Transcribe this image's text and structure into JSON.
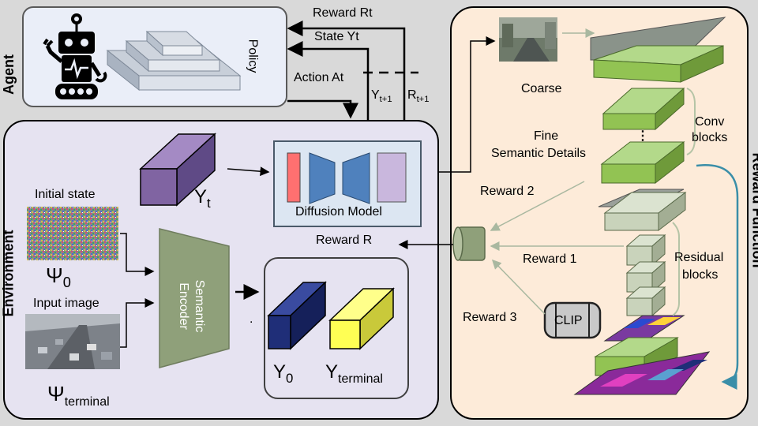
{
  "agent": {
    "side_label": "Agent",
    "policy_label": "Policy",
    "robot_icon": "robot-icon"
  },
  "signals": {
    "reward_rt": "Reward Rt",
    "state_yt": "State Yt",
    "action_at": "Action At",
    "yt1_base": "Y",
    "yt1_sub": "t+1",
    "rt1_base": "R",
    "rt1_sub": "t+1"
  },
  "environment": {
    "side_label": "Environment",
    "yt_base": "Y",
    "yt_sub": "t",
    "diffusion_model": "Diffusion Model",
    "initial_state": "Initial state",
    "psi0_base": "Ψ",
    "psi0_sub": "0",
    "input_image": "Input image",
    "psiterm_base": "Ψ",
    "psiterm_sub": "terminal",
    "semantic_encoder": "Semantic Encoder",
    "y0_base": "Y",
    "y0_sub": "0",
    "yterm_base": "Y",
    "yterm_sub": "terminal",
    "reward_r": "Reward R",
    "dot": "."
  },
  "reward_function": {
    "side_label": "Reward Function",
    "coarse": "Coarse",
    "fine_line1": "Fine",
    "fine_line2": "Semantic Details",
    "conv_line1": "Conv",
    "conv_line2": "blocks",
    "ellipsis": "⋮",
    "residual_line1": "Residual",
    "residual_line2": "blocks",
    "reward_1": "Reward 1",
    "reward_2": "Reward 2",
    "reward_3": "Reward 3",
    "clip": "CLIP"
  },
  "colors": {
    "background": "#d9d9d9",
    "agent_fill": "#eaeef8",
    "environment_fill": "#e6e3f1",
    "reward_fill": "#fdebd9",
    "purple_block": "#8064a2",
    "green_block": "#92c353",
    "navy_block": "#1f2e78",
    "yellow_block": "#ffff54",
    "encoder_fill": "#8fa07a",
    "teal_arrow": "#3a8ea8"
  }
}
